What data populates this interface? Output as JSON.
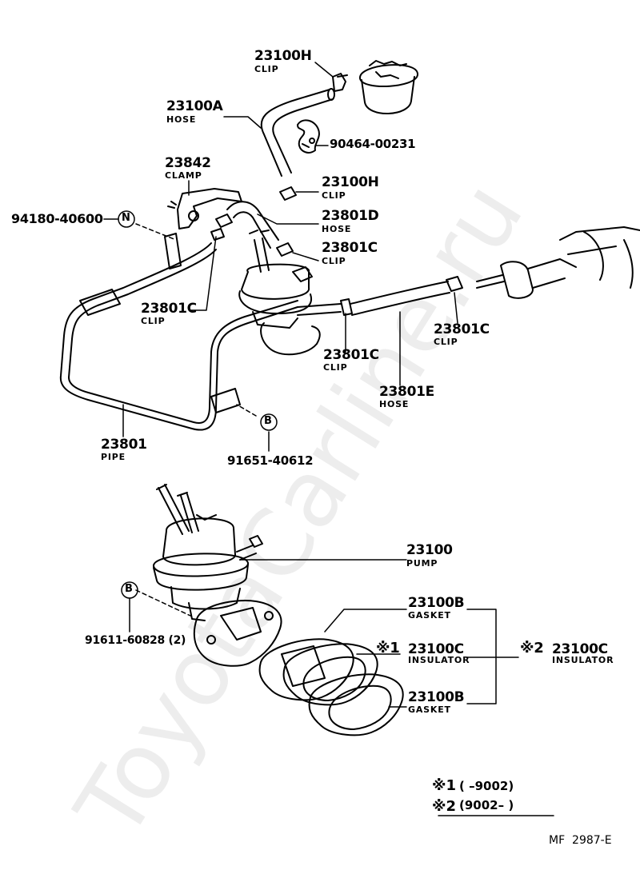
{
  "watermark": "ToyotaCarline.ru",
  "parts": [
    {
      "id": "p23100H_top",
      "number": "23100H",
      "name": "CLIP"
    },
    {
      "id": "p23100A",
      "number": "23100A",
      "name": "HOSE"
    },
    {
      "id": "p90464",
      "number": "90464-00231",
      "name": ""
    },
    {
      "id": "p23842",
      "number": "23842",
      "name": "CLAMP"
    },
    {
      "id": "p23100H_mid",
      "number": "23100H",
      "name": "CLIP"
    },
    {
      "id": "p94180",
      "number": "94180-40600",
      "name": ""
    },
    {
      "id": "p23801D",
      "number": "23801D",
      "name": "HOSE"
    },
    {
      "id": "p23801C_a",
      "number": "23801C",
      "name": "CLIP"
    },
    {
      "id": "p23801C_b",
      "number": "23801C",
      "name": "CLIP"
    },
    {
      "id": "p23801C_c",
      "number": "23801C",
      "name": "CLIP"
    },
    {
      "id": "p23801C_d",
      "number": "23801C",
      "name": "CLIP"
    },
    {
      "id": "p23801E",
      "number": "23801E",
      "name": "HOSE"
    },
    {
      "id": "p23801",
      "number": "23801",
      "name": "PIPE"
    },
    {
      "id": "p91651",
      "number": "91651-40612",
      "name": ""
    },
    {
      "id": "p23100",
      "number": "23100",
      "name": "PUMP"
    },
    {
      "id": "p91611",
      "number": "91611-60828 (2)",
      "name": ""
    },
    {
      "id": "p23100B_top",
      "number": "23100B",
      "name": "GASKET"
    },
    {
      "id": "p23100C_1",
      "number": "23100C",
      "name": "INSULATOR"
    },
    {
      "id": "p23100C_2",
      "number": "23100C",
      "name": "INSULATOR"
    },
    {
      "id": "p23100B_bot",
      "number": "23100B",
      "name": "GASKET"
    }
  ],
  "callouts": {
    "N": "N",
    "B1": "B",
    "B2": "B"
  },
  "marks": {
    "m1": "※1",
    "m2": "※2"
  },
  "footnotes": {
    "line1_mark": "※1",
    "line1_text": "(        –9002)",
    "line2_mark": "※2",
    "line2_text": "(9002–        )"
  },
  "drawing_code": "MF  2987-E"
}
